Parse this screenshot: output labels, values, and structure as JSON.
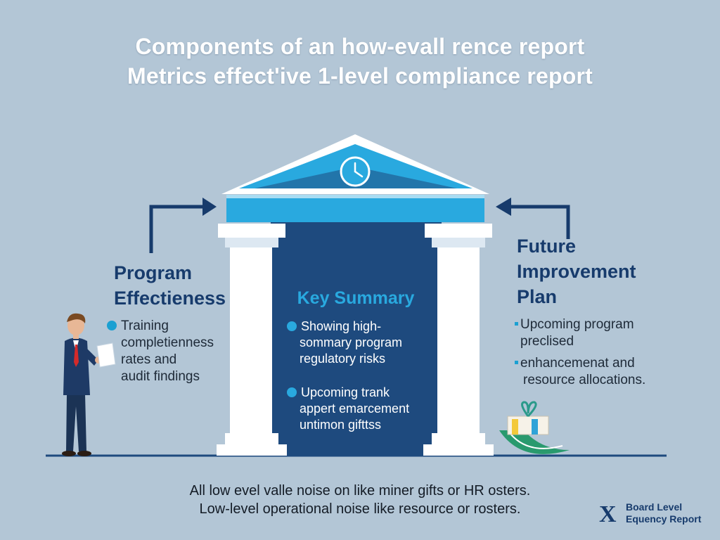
{
  "title": {
    "line1": "Components of an how-evall rence report",
    "line2": "Metrics effect'ive 1-level compliance report"
  },
  "left_panel": {
    "heading_line1": "Program",
    "heading_line2": "Effectieness",
    "bullet_lines": [
      "Training",
      "completienness",
      "rates and",
      "audit findings"
    ]
  },
  "center_panel": {
    "heading": "Key Summary",
    "bullet1_lines": [
      "Showing high-",
      "sommary program",
      "regulatory risks"
    ],
    "bullet2_lines": [
      "Upcoming trank",
      "appert emarcement",
      "untimon gifttss"
    ]
  },
  "right_panel": {
    "heading_line1": "Future",
    "heading_line2": "Improvement",
    "heading_line3": "Plan",
    "bullet1_lines": [
      "Upcoming program",
      "preclised"
    ],
    "bullet2_lines": [
      "enhancemenat and",
      "resource allocations."
    ]
  },
  "footer": {
    "line1": "All low evel valle noise on like miner gifts or HR osters.",
    "line2": "Low-level operational noise like resource or rosters."
  },
  "brand": {
    "mark": "X",
    "line1": "Board Level",
    "line2": "Equency Report"
  },
  "colors": {
    "background": "#b3c6d6",
    "navy": "#173b6c",
    "accent": "#1aa0d2",
    "roof": "#29a9df",
    "panel": "#1e4a7e"
  }
}
